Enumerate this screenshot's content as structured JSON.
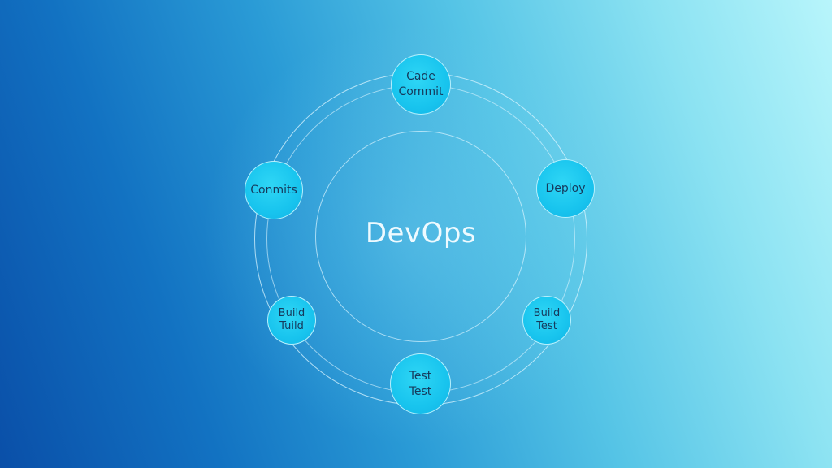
{
  "diagram": {
    "center_title": "DevOps",
    "nodes": {
      "top": {
        "line1": "Cade",
        "line2": "Commit"
      },
      "right": {
        "line1": "Deploy"
      },
      "left": {
        "line1": "Conmits"
      },
      "bottom_left": {
        "line1": "Build",
        "line2": "Tuild"
      },
      "bottom_right": {
        "line1": "Build",
        "line2": "Test"
      },
      "bottom": {
        "line1": "Test",
        "line2": "Test"
      }
    }
  },
  "colors": {
    "node_fill": "#18c4ee",
    "node_text": "#163a5c",
    "ring_stroke": "#dcf5ff",
    "title_text": "#eefaff",
    "background_start": "#0a4fa8",
    "background_end": "#b8f5fb"
  }
}
